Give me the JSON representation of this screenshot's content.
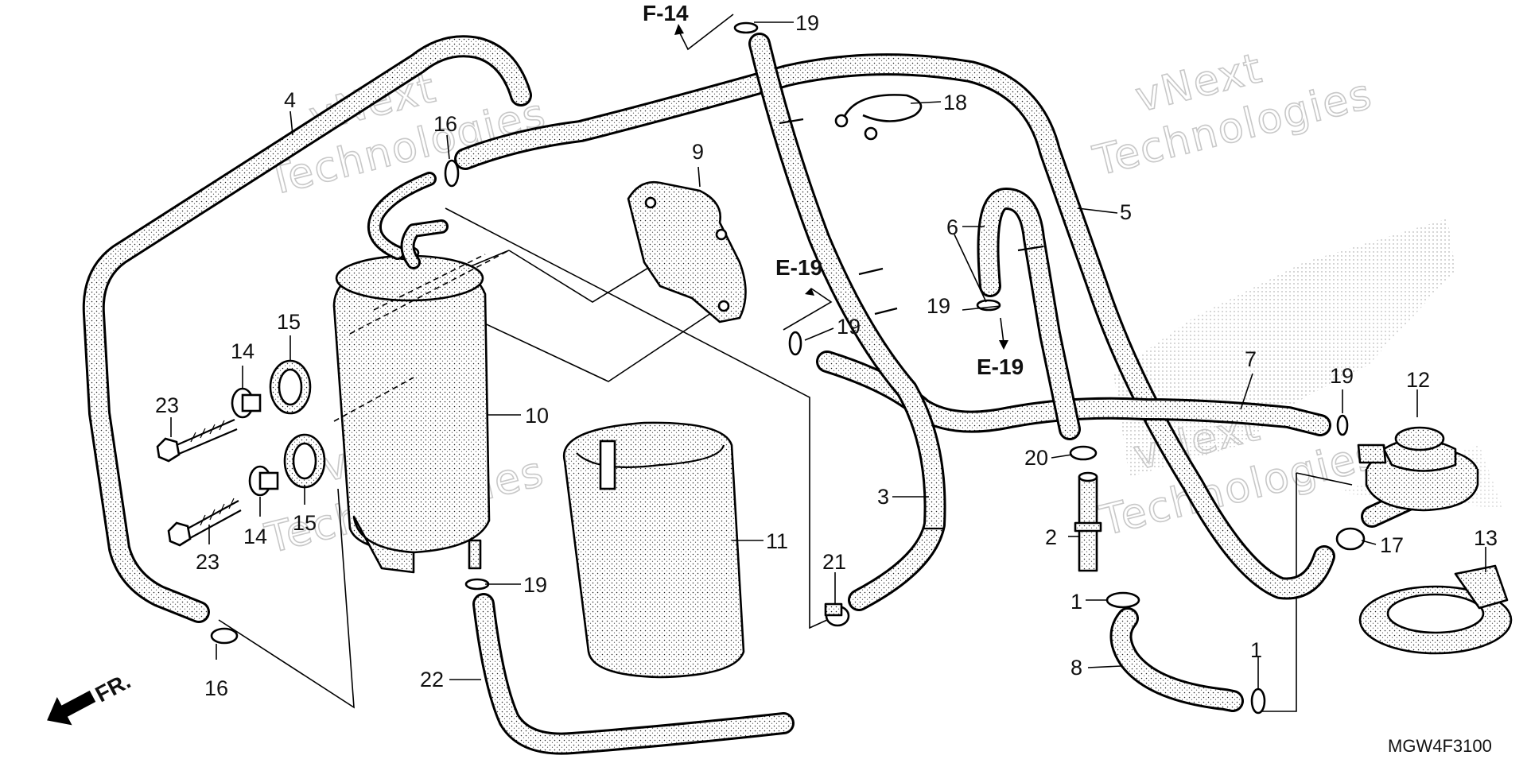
{
  "callouts": [
    {
      "id": "c1",
      "text": "1"
    },
    {
      "id": "c1b",
      "text": "1"
    },
    {
      "id": "c2",
      "text": "2"
    },
    {
      "id": "c3",
      "text": "3"
    },
    {
      "id": "c4",
      "text": "4"
    },
    {
      "id": "c5",
      "text": "5"
    },
    {
      "id": "c6",
      "text": "6"
    },
    {
      "id": "c7",
      "text": "7"
    },
    {
      "id": "c8",
      "text": "8"
    },
    {
      "id": "c9",
      "text": "9"
    },
    {
      "id": "c10",
      "text": "10"
    },
    {
      "id": "c11",
      "text": "11"
    },
    {
      "id": "c12",
      "text": "12"
    },
    {
      "id": "c13",
      "text": "13"
    },
    {
      "id": "c14a",
      "text": "14"
    },
    {
      "id": "c14b",
      "text": "14"
    },
    {
      "id": "c15a",
      "text": "15"
    },
    {
      "id": "c15b",
      "text": "15"
    },
    {
      "id": "c16a",
      "text": "16"
    },
    {
      "id": "c16b",
      "text": "16"
    },
    {
      "id": "c17",
      "text": "17"
    },
    {
      "id": "c18",
      "text": "18"
    },
    {
      "id": "c19a",
      "text": "19"
    },
    {
      "id": "c19b",
      "text": "19"
    },
    {
      "id": "c19c",
      "text": "19"
    },
    {
      "id": "c19d",
      "text": "19"
    },
    {
      "id": "c19e",
      "text": "19"
    },
    {
      "id": "c20",
      "text": "20"
    },
    {
      "id": "c21",
      "text": "21"
    },
    {
      "id": "c22",
      "text": "22"
    },
    {
      "id": "c23a",
      "text": "23"
    },
    {
      "id": "c23b",
      "text": "23"
    }
  ],
  "refs": {
    "f14": "F-14",
    "e19a": "E-19",
    "e19b": "E-19",
    "fr": "FR."
  },
  "diagram_code": "MGW4F3100",
  "watermarks": [
    {
      "line1": "vNext",
      "line2": "Technologies"
    },
    {
      "line1": "vNext",
      "line2": "Technologies"
    },
    {
      "line1": "vNext",
      "line2": "Technologies"
    },
    {
      "line1": "vNext",
      "line2": "Technologies"
    }
  ]
}
